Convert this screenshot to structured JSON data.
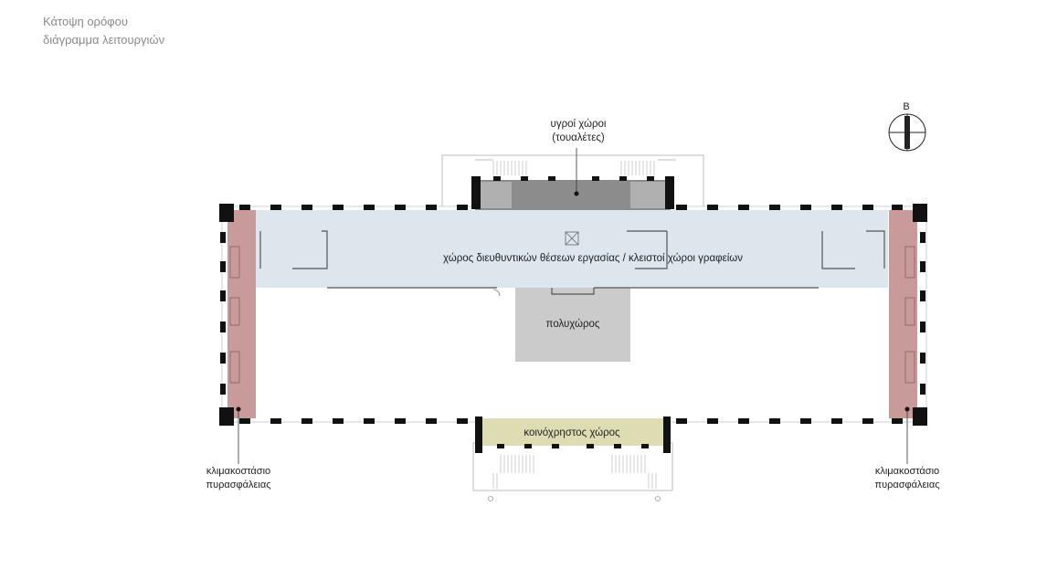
{
  "header": {
    "title_line1": "Κάτοψη ορόφου",
    "title_line2": "διάγραμμα λειτουργιών"
  },
  "compass": {
    "north_label": "Β"
  },
  "zones": {
    "wet_areas": {
      "line1": "υγροί χώροι",
      "line2": "(τουαλέτες)"
    },
    "offices": {
      "label": "χώρος διευθυντικών θέσεων εργασίας / κλειστοί χώροι γραφείων"
    },
    "multipurpose": {
      "label": "πολυχώρος"
    },
    "common_area": {
      "label": "κοινόχρηστος χώρος"
    },
    "fire_stair_left": {
      "line1": "κλιμακοστάσιο",
      "line2": "πυρασφάλειας"
    },
    "fire_stair_right": {
      "line1": "κλιμακοστάσιο",
      "line2": "πυρασφάλειας"
    }
  },
  "colors": {
    "offices_fill": "#dde6ec",
    "stair_fill": "#c99a9a",
    "wet_fill": "#8c8c8c",
    "multipurpose_fill": "#cbcbcb",
    "common_fill": "#dedcb2",
    "wall": "#111111"
  }
}
